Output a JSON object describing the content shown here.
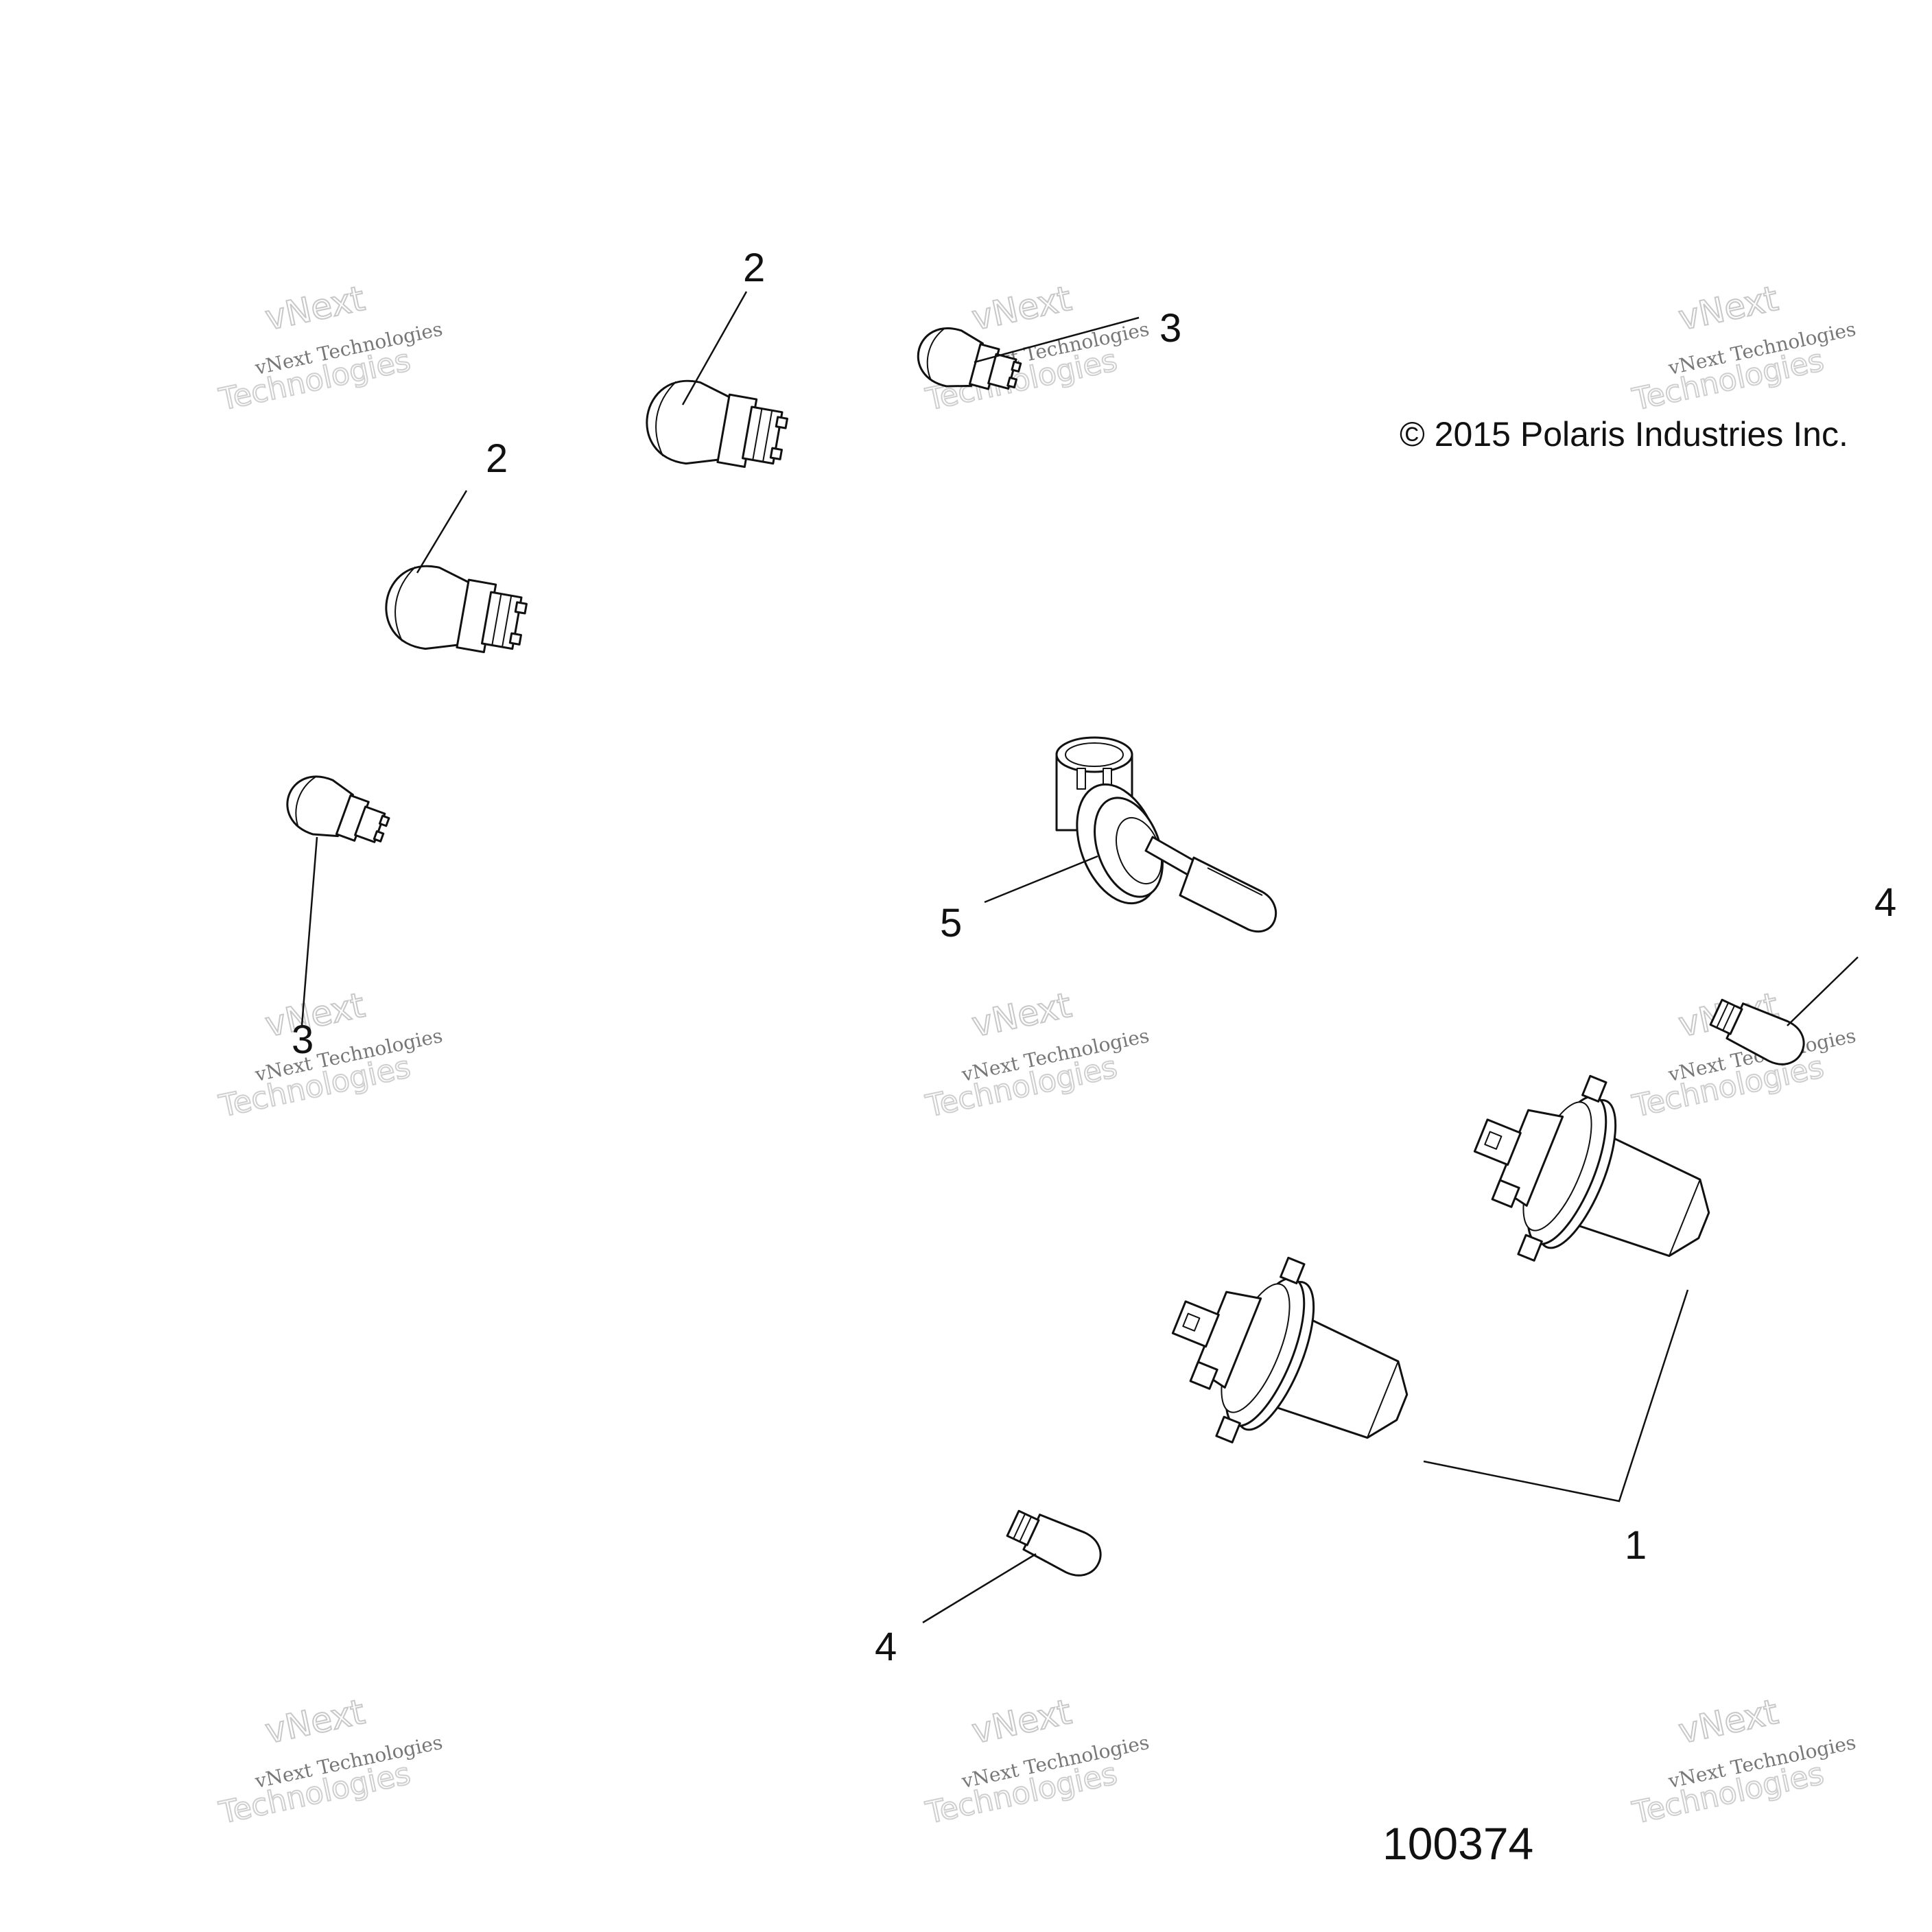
{
  "copyright": "© 2015 Polaris Industries Inc.",
  "figure_number": "100374",
  "callouts": {
    "c1": "1",
    "c2a": "2",
    "c2b": "2",
    "c3a": "3",
    "c3b": "3",
    "c4a": "4",
    "c4b": "4",
    "c5": "5"
  },
  "watermark": {
    "brand": "vNext",
    "line1": "vNext Technologies",
    "line2": "Technologies"
  }
}
